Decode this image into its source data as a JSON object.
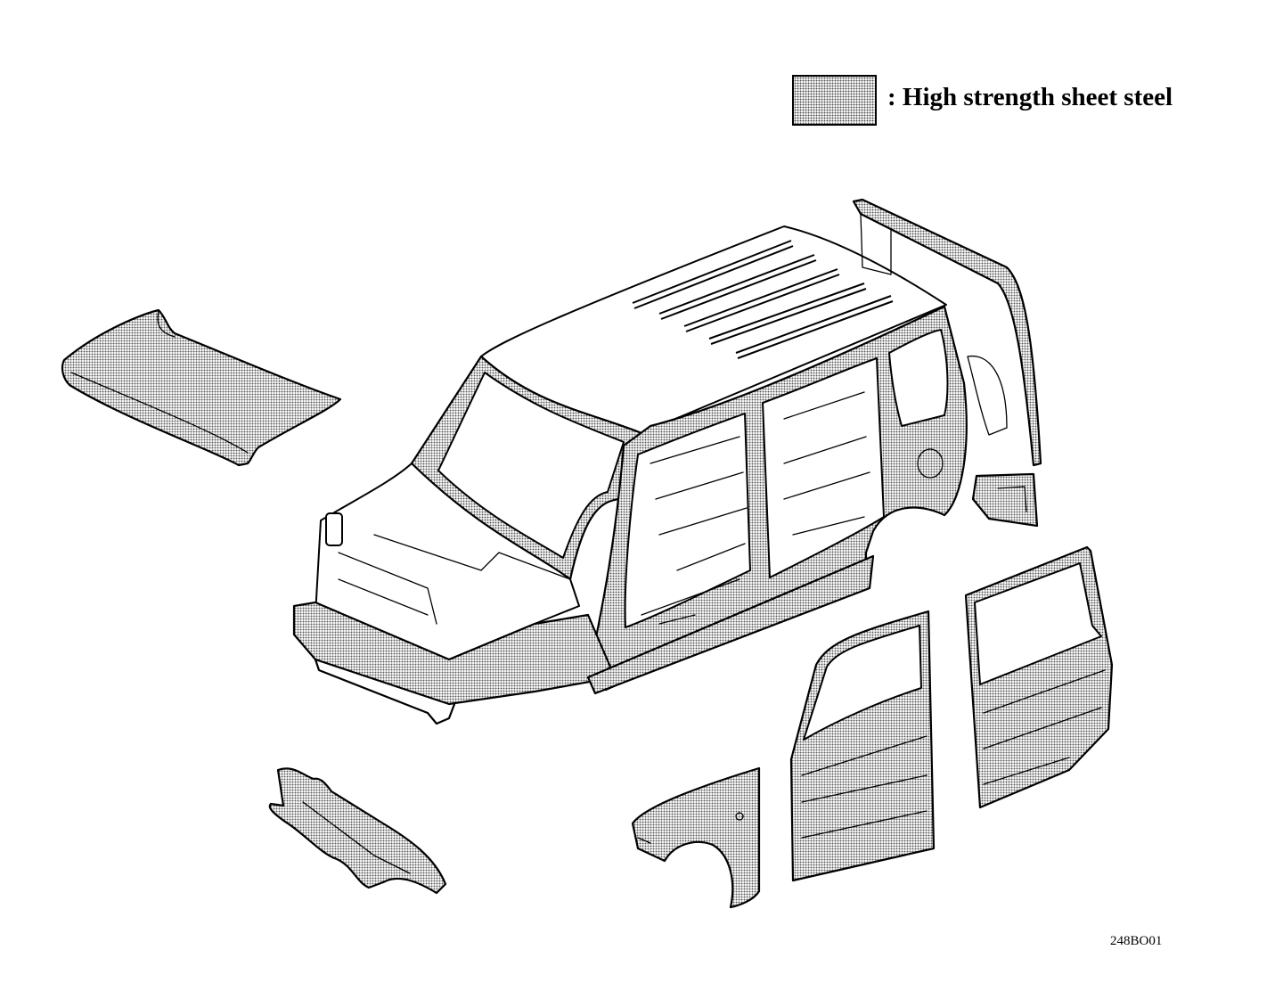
{
  "legend": {
    "label": ": High strength sheet steel",
    "swatch_pattern": "dot-screen",
    "ink_color": "#000000",
    "paper_color": "#ffffff"
  },
  "figure_code": "248BO01",
  "parts": [
    "hood",
    "body-shell",
    "back-door-opening",
    "quarter-panel",
    "front-fender",
    "front-door",
    "rear-door",
    "dash-cross-member"
  ]
}
